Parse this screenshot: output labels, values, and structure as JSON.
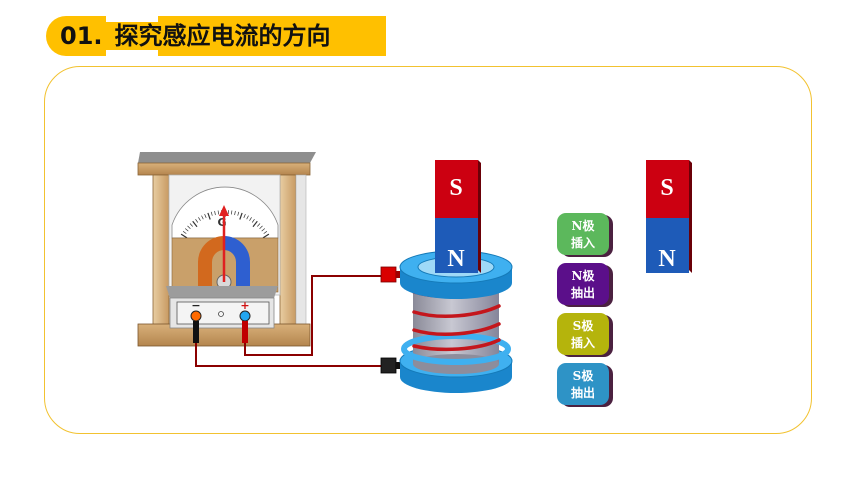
{
  "title": {
    "number": "01.",
    "text": "探究感应电流的方向"
  },
  "galvanometer": {
    "dial_letter": "G",
    "minus_label": "−",
    "plus_label": "+",
    "frame_color": "#C69C6D",
    "magnet_color": "#D2691E",
    "magnet_color2": "#2E5FD0"
  },
  "magnet_on_coil": {
    "top_pole": "S",
    "bottom_pole": "N"
  },
  "magnet_standing": {
    "top_pole": "S",
    "bottom_pole": "N"
  },
  "colors": {
    "accent": "#FFC000",
    "frame_border": "#F2C230",
    "pole_s": "#CC0011",
    "pole_n": "#1E5BB8",
    "wire": "#8B0000",
    "coil_disk": "#2A9BE0",
    "coil_core": "#9A9AAA"
  },
  "buttons": [
    {
      "line1": "N极",
      "line2": "插入",
      "color": "#5CB85C"
    },
    {
      "line1": "N极",
      "line2": "抽出",
      "color": "#5B0F8A"
    },
    {
      "line1": "S极",
      "line2": "插入",
      "color": "#B5B40C"
    },
    {
      "line1": "S极",
      "line2": "抽出",
      "color": "#2E93C6"
    }
  ]
}
